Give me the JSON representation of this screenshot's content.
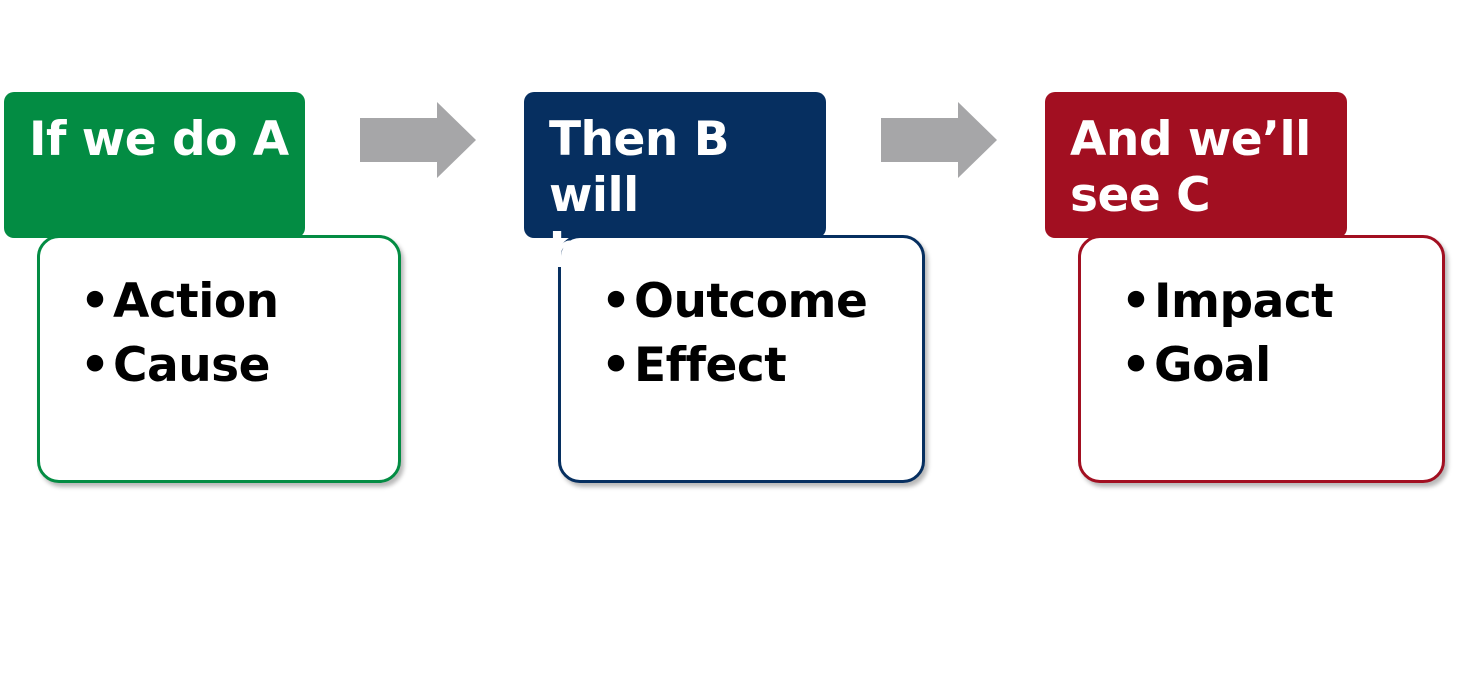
{
  "colors": {
    "step1": "#038c43",
    "step2": "#062f60",
    "step3": "#a20f21",
    "arrow": "#a6a6a8"
  },
  "steps": [
    {
      "header_lines": [
        "If we do A"
      ],
      "bullets": [
        "Action",
        "Cause"
      ]
    },
    {
      "header_lines": [
        "Then B will",
        "happen"
      ],
      "bullets": [
        "Outcome",
        "Effect"
      ]
    },
    {
      "header_lines": [
        "And we’ll",
        "see C"
      ],
      "bullets": [
        "Impact",
        "Goal"
      ]
    }
  ],
  "bullet_glyph": "•",
  "connector_icon": "right-arrow-icon"
}
